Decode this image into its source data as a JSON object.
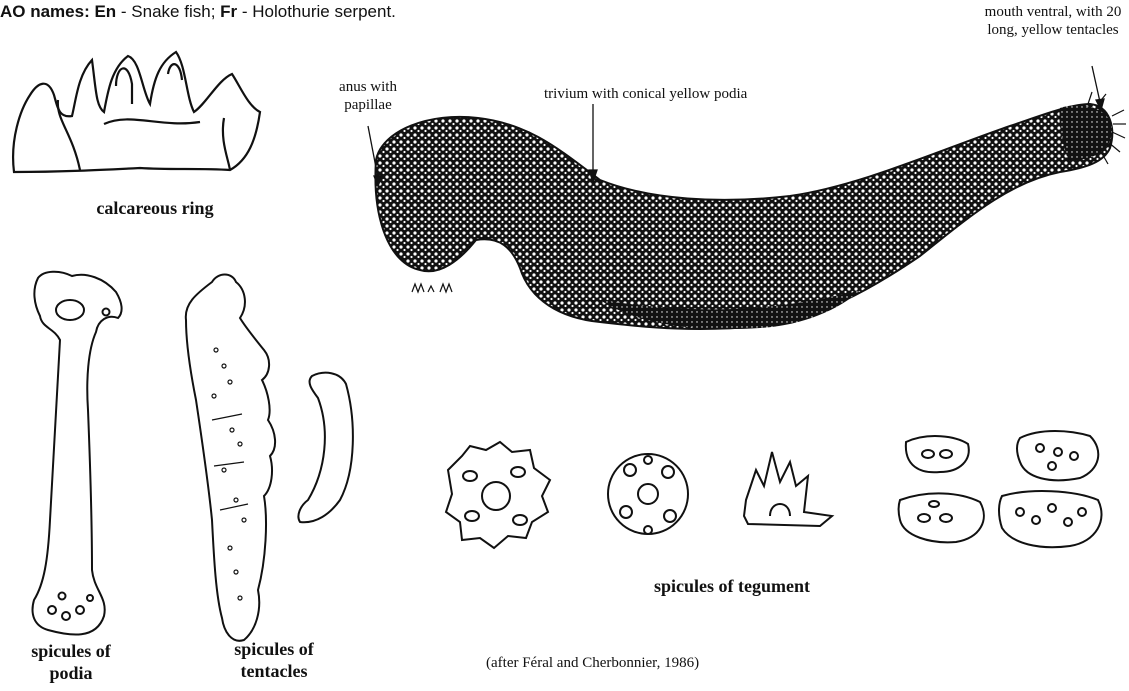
{
  "header": {
    "prefix": "AO names: En",
    "en": " - Snake fish; ",
    "fr_key": "Fr",
    "fr": " - Holothurie serpent."
  },
  "labels": {
    "calcareous_ring": "calcareous ring",
    "anus": "anus with papillae",
    "trivium": "trivium with conical yellow podia",
    "mouth": "mouth ventral, with 20 long, yellow tentacles",
    "signature": "MAM",
    "spicules_podia": "spicules of podia",
    "spicules_tentacles": "spicules of tentacles",
    "spicules_tegument": "spicules of tegument",
    "credit": "(after Féral and Cherbonnier, 1986)"
  },
  "colors": {
    "ink": "#111111",
    "paper": "#ffffff"
  }
}
